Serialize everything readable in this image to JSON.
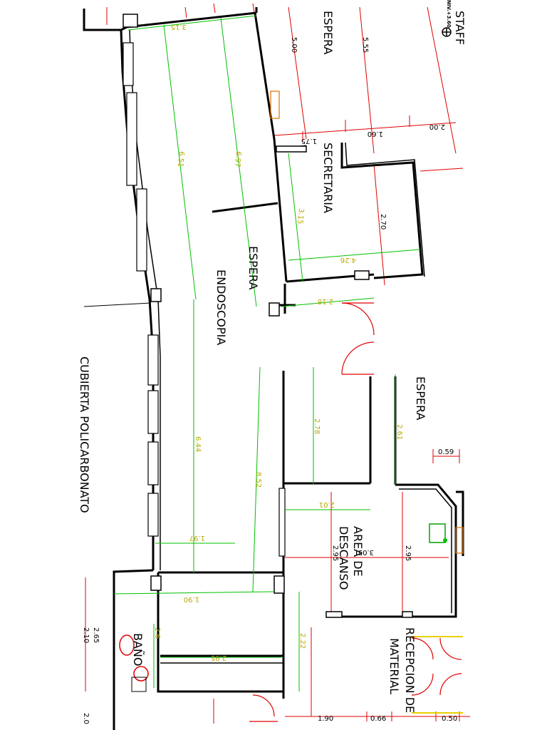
{
  "rooms": {
    "espera_top": "ESPERA",
    "secretaria": "SECRETARIA",
    "espera_mid": "ESPERA",
    "endoscopia": "ENDOSCOPIA",
    "cubierta": "CUBIERTA POLICARBONATO",
    "espera_right": "ESPERA",
    "area_descanso_1": "AREA DE",
    "area_descanso_2": "DESCANSO",
    "recepcion_1": "RECEPCION DE",
    "recepcion_2": "MATERIAL",
    "bano": "BAÑO"
  },
  "level_mark": "NIV.+3.60",
  "top_right_text": "STAFF",
  "dims_yellow": {
    "d315": "3.15",
    "d651": "6.51",
    "d697": "6.97",
    "d315b": "3.15",
    "d426": "4.26",
    "d218": "2.18",
    "d644": "6.44",
    "d852": "8.52",
    "d278": "2.78",
    "d261": "2.61",
    "d197": "1.97",
    "d201": "2.01",
    "d190": "1.90",
    "d295": "2.95",
    "d222": "2.22",
    "d26": "2.6"
  },
  "dims_black": {
    "d500": "5.00",
    "d555": "5.55",
    "d175": "1.75",
    "d160": "1.60",
    "d200": "2.00",
    "d270": "2.70",
    "d059": "0.59",
    "d295a": "2.95",
    "d305": "3.05",
    "d295b": "2.95",
    "d190": "1.90",
    "d066": "0.66",
    "d050": "0.50",
    "d265": "2.65",
    "d210": "2.10",
    "d20": "2.0"
  }
}
